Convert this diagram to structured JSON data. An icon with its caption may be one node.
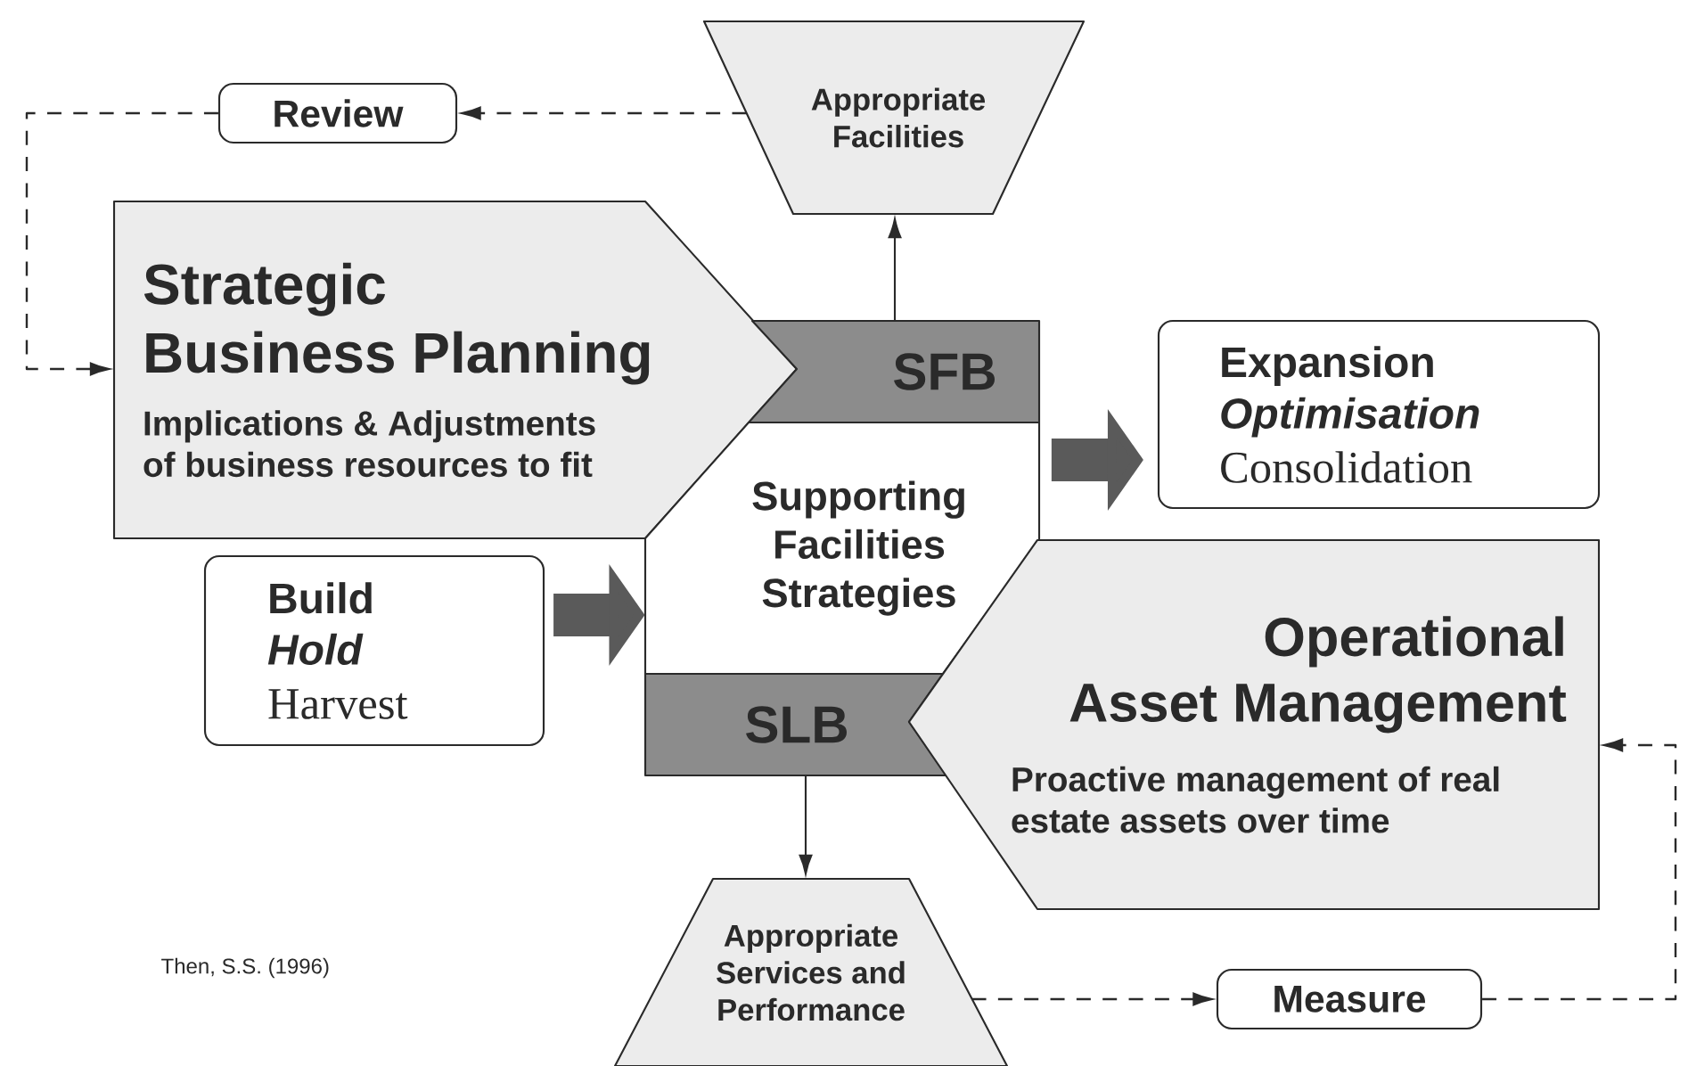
{
  "diagram": {
    "nodes": [
      {
        "text": [
          "Review"
        ]
      },
      {
        "text": [
          "Appropriate Facilities"
        ]
      },
      {
        "text": [
          "Strategic Business Planning",
          "Implications & Adjustments of business resources to fit"
        ]
      },
      {
        "text": [
          "SFB"
        ]
      },
      {
        "text": [
          "Supporting Facilities Strategies"
        ]
      },
      {
        "text": [
          "Expansion",
          "Optimisation",
          "Consolidation"
        ]
      },
      {
        "text": [
          "Build",
          "Hold",
          "Harvest"
        ]
      },
      {
        "text": [
          "SLB"
        ]
      },
      {
        "text": [
          "Operational Asset Management",
          "Proactive management of real estate assets over time"
        ]
      },
      {
        "text": [
          "Appropriate Services and Performance"
        ]
      },
      {
        "text": [
          "Measure"
        ]
      }
    ],
    "edges": [
      {
        "from": 3,
        "to": 1,
        "arrow": "to"
      },
      {
        "from": 7,
        "to": 9,
        "arrow": "to"
      },
      {
        "from": 1,
        "to": 0,
        "arrow": "to",
        "style": "dashed"
      },
      {
        "from": 0,
        "to": 2,
        "arrow": "to",
        "style": "dashed"
      },
      {
        "from": 9,
        "to": 10,
        "arrow": "to",
        "style": "dashed"
      },
      {
        "from": 10,
        "to": 8,
        "arrow": "to",
        "style": "dashed"
      },
      {
        "from": 6,
        "to": 4,
        "arrow": "to",
        "style": "thick",
        "color": "#5a5a5a"
      },
      {
        "from": 4,
        "to": 5,
        "arrow": "to",
        "style": "thick",
        "color": "#5a5a5a"
      }
    ],
    "labels": [
      "Then, S.S. (1996)"
    ]
  }
}
